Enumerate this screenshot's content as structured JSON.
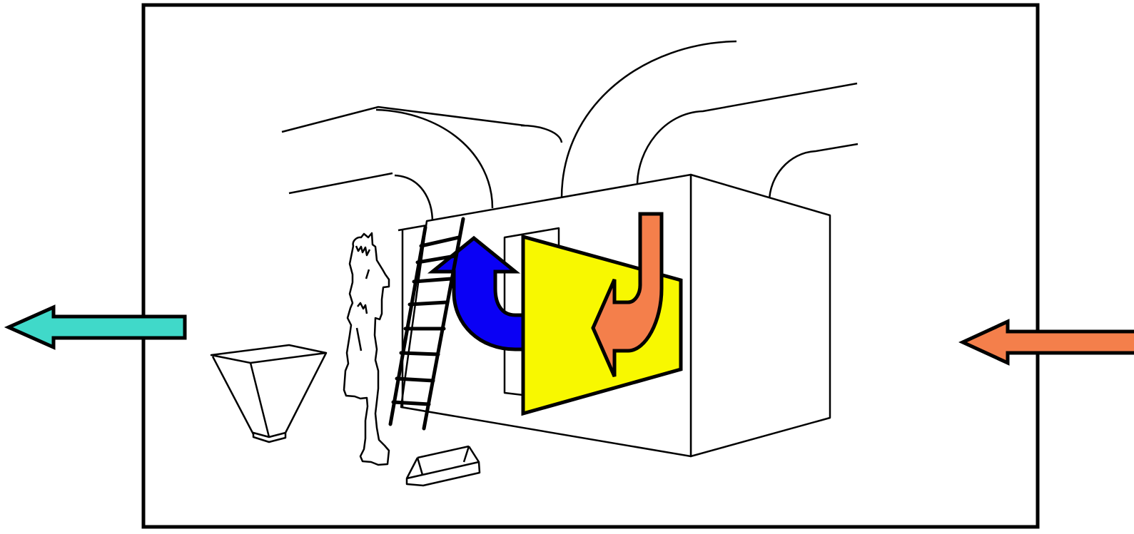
{
  "colors": {
    "background": "#ffffff",
    "outline": "#000000",
    "exhaust_arrow": "#40d9c9",
    "intake_arrow": "#f47f4b",
    "return_flow_arrow": "#0a00f5",
    "supply_flow_arrow": "#f47f4b",
    "filter_panel": "#f8f800"
  },
  "elements": {
    "room": "room-boundary",
    "exhaust_arrow": "arrow-left-icon",
    "intake_arrow": "arrow-left-icon",
    "air_handler": "air-handling-unit",
    "filter_panel": "filter-panel",
    "return_flow_arrow": "curved-arrow-up-icon",
    "supply_flow_arrow": "curved-arrow-down-icon",
    "ducts": "duct-line",
    "ladder": "ladder-icon",
    "technician": "technician-figure",
    "hopper": "hopper-icon",
    "tray": "tray-icon"
  }
}
